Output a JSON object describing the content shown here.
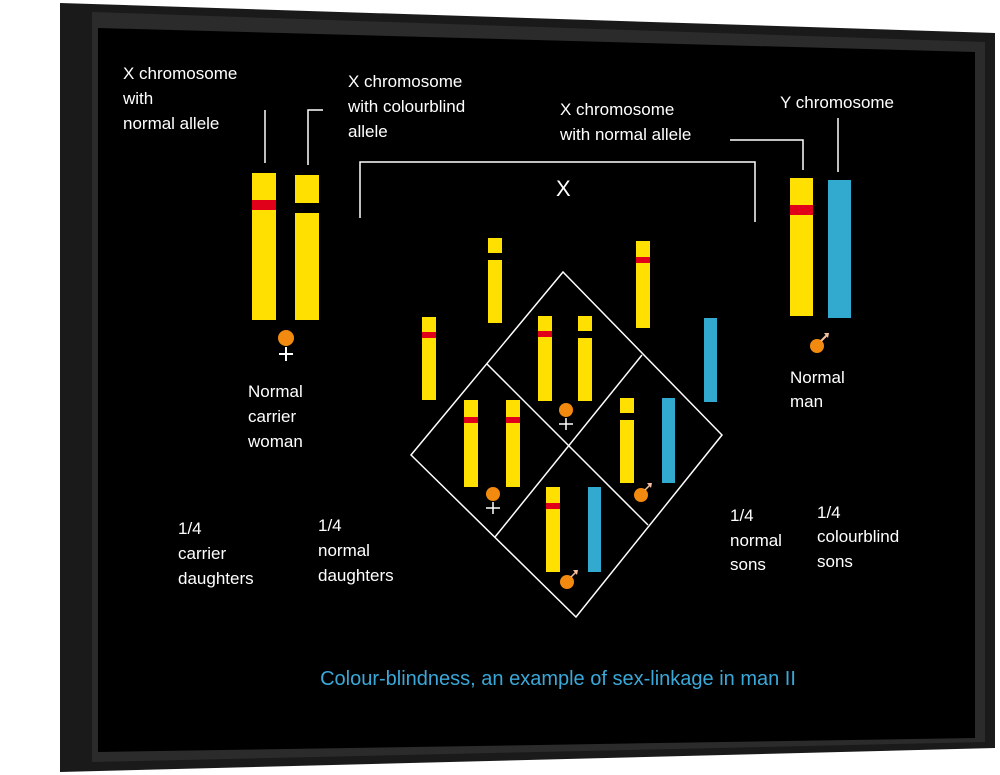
{
  "colors": {
    "x_chromosome": "#ffe000",
    "y_chromosome": "#32a9cf",
    "normal_allele": "#e0001a",
    "colourblind_allele": "#000000",
    "sex_symbol": "#f28a10",
    "caption": "#3aa8d8"
  },
  "labels": {
    "x_normal": [
      "X chromosome",
      "with",
      "normal allele"
    ],
    "x_colourblind": [
      "X chromosome",
      "with colourblind",
      "allele"
    ],
    "man_x_normal": [
      "X chromosome",
      "with normal allele"
    ],
    "y_chromosome": "Y chromosome",
    "cross": "X",
    "woman": [
      "Normal",
      "carrier",
      "woman"
    ],
    "man": [
      "Normal",
      "man"
    ],
    "carrier_daughters": [
      "1/4",
      "carrier",
      "daughters"
    ],
    "normal_daughters": [
      "1/4",
      "normal",
      "daughters"
    ],
    "normal_sons": [
      "1/4",
      "normal",
      "sons"
    ],
    "colourblind_sons": [
      "1/4",
      "colourblind",
      "sons"
    ]
  },
  "caption": "Colour-blindness, an example of sex-linkage in man II"
}
